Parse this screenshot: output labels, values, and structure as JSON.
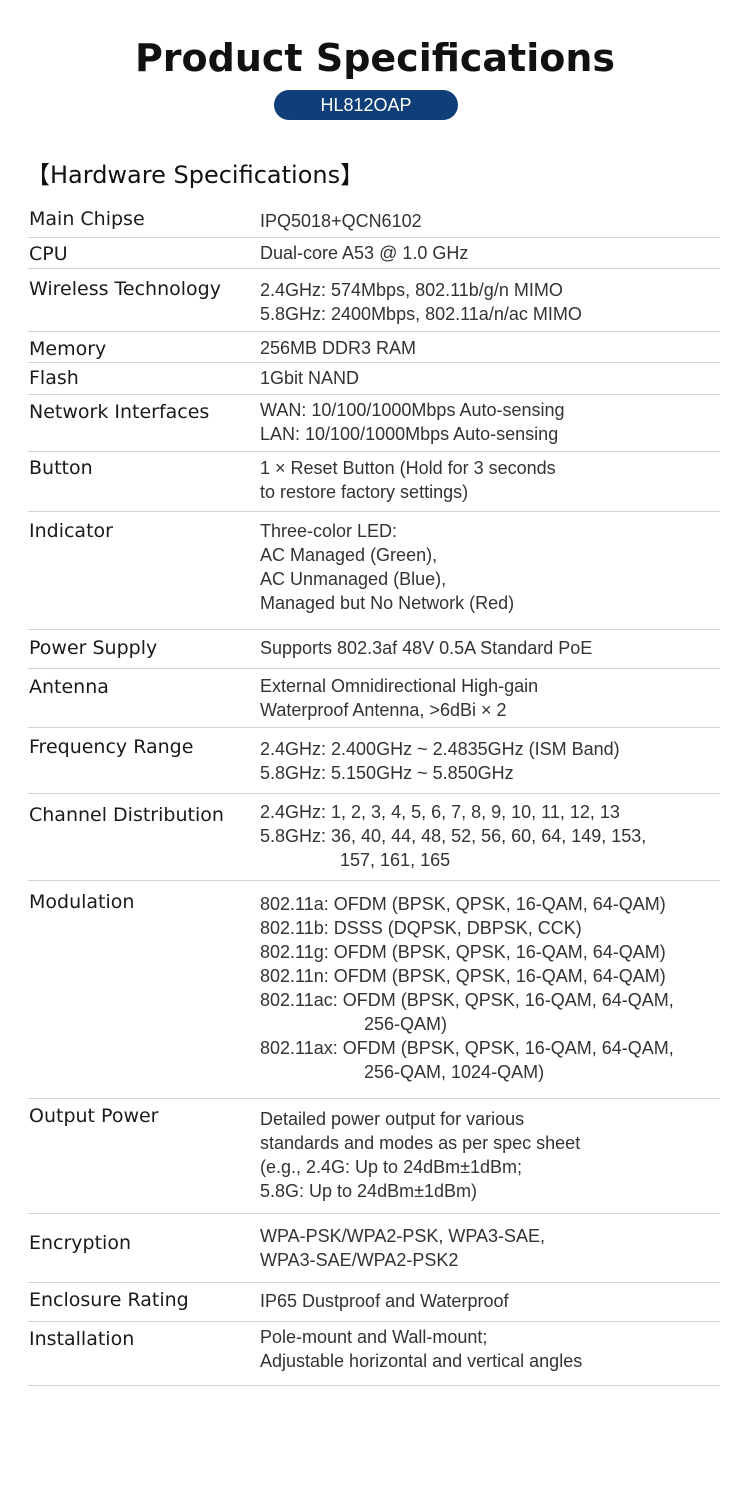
{
  "header": {
    "title": "Product Specifications",
    "model": "HL812OAP"
  },
  "section": {
    "heading": "【Hardware Specifications】"
  },
  "specs": [
    {
      "label": "Main Chipse",
      "lines": [
        "IPQ5018+QCN6102"
      ]
    },
    {
      "label": "CPU",
      "lines": [
        "Dual-core A53 @ 1.0 GHz"
      ]
    },
    {
      "label": "Wireless Technology",
      "lines": [
        "2.4GHz: 574Mbps, 802.11b/g/n MIMO",
        "5.8GHz: 2400Mbps, 802.11a/n/ac MIMO"
      ]
    },
    {
      "label": "Memory",
      "lines": [
        "256MB DDR3 RAM"
      ]
    },
    {
      "label": "Flash",
      "lines": [
        "1Gbit NAND"
      ]
    },
    {
      "label": "Network Interfaces",
      "lines": [
        "WAN: 10/100/1000Mbps Auto-sensing",
        "LAN: 10/100/1000Mbps Auto-sensing"
      ]
    },
    {
      "label": "Button",
      "lines": [
        "1 × Reset Button (Hold for 3 seconds",
        "to restore factory settings)"
      ]
    },
    {
      "label": "Indicator",
      "lines": [
        "Three-color LED:",
        "AC Managed (Green),",
        "AC Unmanaged (Blue),",
        "Managed but No Network (Red)"
      ]
    },
    {
      "label": "Power Supply",
      "lines": [
        "Supports 802.3af 48V 0.5A Standard PoE"
      ]
    },
    {
      "label": "Antenna",
      "lines": [
        "External Omnidirectional High-gain",
        "Waterproof Antenna, >6dBi × 2"
      ]
    },
    {
      "label": "Frequency Range",
      "lines": [
        "2.4GHz: 2.400GHz ~ 2.4835GHz (ISM Band)",
        "5.8GHz: 5.150GHz ~ 5.850GHz"
      ]
    },
    {
      "label": "Channel Distribution",
      "lines": [
        "2.4GHz: 1, 2, 3, 4, 5, 6, 7, 8, 9, 10, 11, 12, 13",
        "5.8GHz: 36, 40, 44, 48, 52, 56, 60, 64, 149, 153,",
        "157, 161, 165"
      ]
    },
    {
      "label": "Modulation",
      "lines": [
        "802.11a: OFDM (BPSK, QPSK, 16-QAM, 64-QAM)",
        "802.11b: DSSS (DQPSK, DBPSK, CCK)",
        "802.11g: OFDM (BPSK, QPSK, 16-QAM, 64-QAM)",
        "802.11n: OFDM (BPSK, QPSK, 16-QAM, 64-QAM)",
        "802.11ac: OFDM (BPSK, QPSK, 16-QAM, 64-QAM,",
        "256-QAM)",
        "802.11ax: OFDM (BPSK, QPSK, 16-QAM, 64-QAM,",
        "256-QAM, 1024-QAM)"
      ]
    },
    {
      "label": "Output Power",
      "lines": [
        "Detailed power output for various",
        "standards and modes as per spec sheet",
        "(e.g., 2.4G: Up to 24dBm±1dBm;",
        "5.8G: Up to 24dBm±1dBm)"
      ]
    },
    {
      "label": "Encryption",
      "lines": [
        "WPA-PSK/WPA2-PSK, WPA3-SAE,",
        "WPA3-SAE/WPA2-PSK2"
      ]
    },
    {
      "label": "Enclosure Rating",
      "lines": [
        "IP65 Dustproof and Waterproof"
      ]
    },
    {
      "label": "Installation",
      "lines": [
        "Pole-mount and Wall-mount;",
        "Adjustable horizontal and vertical angles"
      ]
    }
  ]
}
